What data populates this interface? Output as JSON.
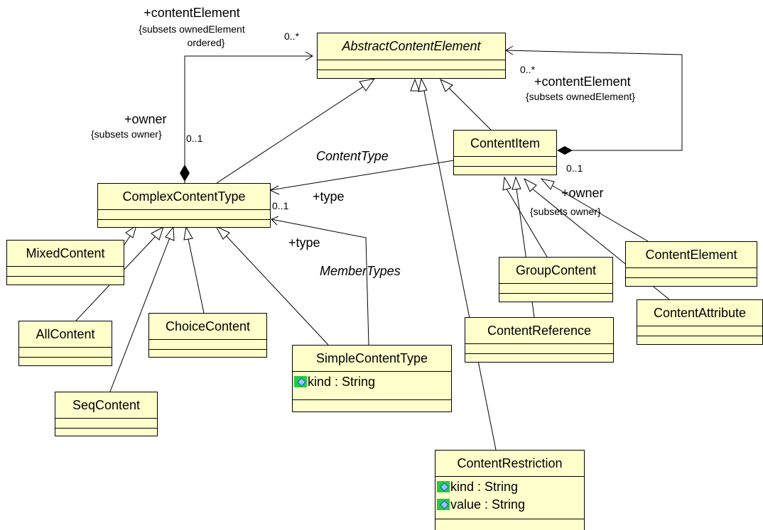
{
  "classes": {
    "abstract_content_element": {
      "name": "AbstractContentElement",
      "attributes": []
    },
    "content_item": {
      "name": "ContentItem",
      "attributes": []
    },
    "complex_content_type": {
      "name": "ComplexContentType",
      "attributes": []
    },
    "mixed_content": {
      "name": "MixedContent",
      "attributes": []
    },
    "all_content": {
      "name": "AllContent",
      "attributes": []
    },
    "choice_content": {
      "name": "ChoiceContent",
      "attributes": []
    },
    "seq_content": {
      "name": "SeqContent",
      "attributes": []
    },
    "simple_content_type": {
      "name": "SimpleContentType",
      "attributes": [
        "kind : String"
      ]
    },
    "group_content": {
      "name": "GroupContent",
      "attributes": []
    },
    "content_element": {
      "name": "ContentElement",
      "attributes": []
    },
    "content_reference": {
      "name": "ContentReference",
      "attributes": []
    },
    "content_attribute": {
      "name": "ContentAttribute",
      "attributes": []
    },
    "content_restriction": {
      "name": "ContentRestriction",
      "attributes": [
        "kind : String",
        "value : String"
      ]
    }
  },
  "labels": {
    "left_content_element_role": "+contentElement",
    "left_content_element_constraint_1": "{subsets ownedElement",
    "left_content_element_constraint_2": "ordered}",
    "left_content_element_mult": "0..*",
    "left_owner_role": "+owner",
    "left_owner_constraint": "{subsets owner}",
    "left_owner_mult": "0..1",
    "right_content_element_mult": "0..*",
    "right_content_element_role": "+contentElement",
    "right_content_element_constraint": "{subsets ownedElement}",
    "right_owner_mult": "0..1",
    "right_owner_role": "+owner",
    "right_owner_constraint": "{subsets owner}",
    "content_type_assoc": "ContentType",
    "type_role_1": "+type",
    "type_mult": "0..1",
    "type_role_2": "+type",
    "member_types_assoc": "MemberTypes"
  },
  "colors": {
    "class_fill": "#ffffcc",
    "line": "#000000",
    "attribute_icon": "#22cc44"
  }
}
